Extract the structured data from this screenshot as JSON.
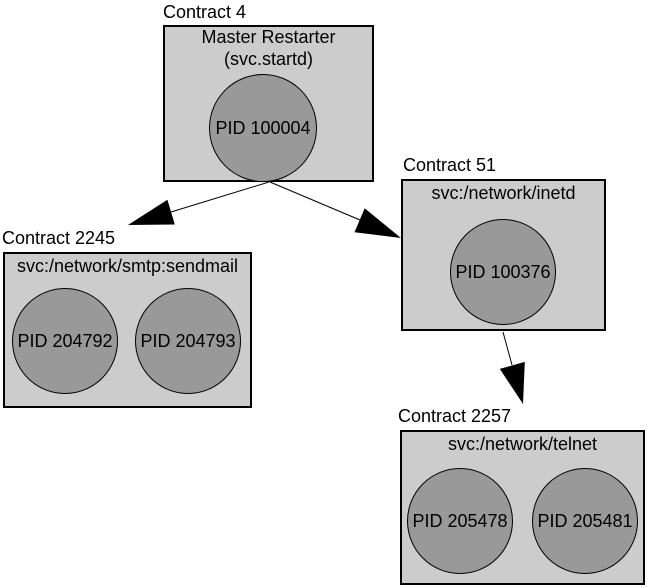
{
  "colors": {
    "background": "#ffffff",
    "box_fill": "#cccccc",
    "box_border": "#000000",
    "circle_fill": "#999999",
    "circle_border": "#000000",
    "text": "#000000",
    "arrow": "#000000"
  },
  "nodes": [
    {
      "label": "Contract 4",
      "title_lines": [
        "Master Restarter",
        "(svc.startd)"
      ],
      "pids": [
        "PID 100004"
      ]
    },
    {
      "label": "Contract 51",
      "title_lines": [
        "svc:/network/inetd"
      ],
      "pids": [
        "PID 100376"
      ]
    },
    {
      "label": "Contract 2245",
      "title_lines": [
        "svc:/network/smtp:sendmail"
      ],
      "pids": [
        "PID 204792",
        "PID 204793"
      ]
    },
    {
      "label": "Contract 2257",
      "title_lines": [
        "svc:/network/telnet"
      ],
      "pids": [
        "PID 205478",
        "PID 205481"
      ]
    }
  ],
  "edges": [
    {
      "from": "Contract 4",
      "to": "Contract 2245"
    },
    {
      "from": "Contract 4",
      "to": "Contract 51"
    },
    {
      "from": "Contract 51",
      "to": "Contract 2257"
    }
  ]
}
